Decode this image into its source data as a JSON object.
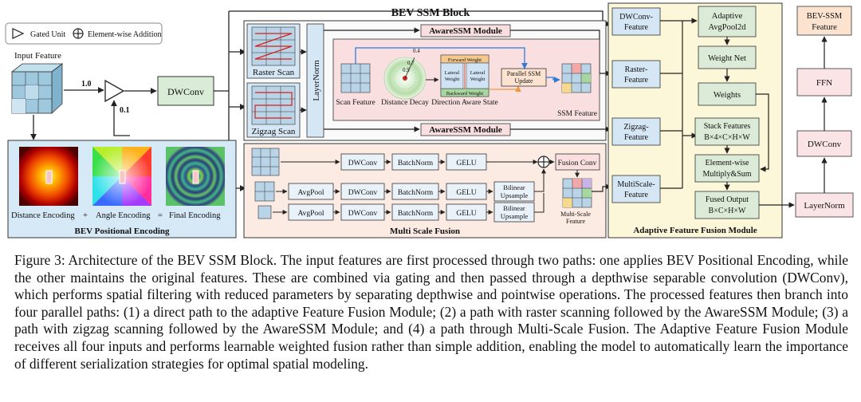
{
  "legend": {
    "gated_unit": "Gated Unit",
    "element_wise_addition": "Element-wise Addition"
  },
  "input_feature": "Input Feature",
  "gate": {
    "w_main": "1.0",
    "w_pe": "0.1"
  },
  "dwconv_main": "DWConv",
  "positional_encoding": {
    "title": "BEV Positional Encoding",
    "distance": "Distance Encoding",
    "plus": "+",
    "angle": "Angle Encoding",
    "equals": "=",
    "final": "Final Encoding"
  },
  "bev_ssm_block": {
    "title": "BEV SSM Block",
    "raster_scan": "Raster Scan",
    "zigzag_scan": "Zigzag Scan",
    "layernorm": "LayerNorm",
    "aware_ssm_top": "AwareSSM Module",
    "aware_ssm_bottom": "AwareSSM Module",
    "aware_inner": {
      "scan_feature": "Scan Feature",
      "distance_decay": "Distance Decay",
      "decay_values": [
        "0.4",
        "0.7",
        "0.9"
      ],
      "forward_weight": "Forward Weight",
      "lateral_weight_left": [
        "Lateral",
        "Weight"
      ],
      "lateral_weight_right": [
        "Lateral",
        "Weight"
      ],
      "backward_weight": "Backward Weight",
      "direction_aware_state": "Direction Aware State",
      "parallel_ssm": [
        "Parallel SSM",
        "Update"
      ],
      "ssm_feature": "SSM Feature"
    }
  },
  "multi_scale_fusion": {
    "title": "Multi Scale Fusion",
    "dwconv": "DWConv",
    "batchnorm": "BatchNorm",
    "gelu": "GELU",
    "avgpool": "AvgPool",
    "bilinear": [
      "Bilinear",
      "Upsample"
    ],
    "fusion_conv": "Fusion Conv",
    "multi_scale_feature": [
      "Multi-Scale",
      "Feature"
    ]
  },
  "adaptive_fusion": {
    "title": "Adaptive Feature Fusion Module",
    "dwconv_feature": [
      "DWConv-",
      "Feature"
    ],
    "raster_feature": [
      "Raster-",
      "Feature"
    ],
    "zigzag_feature": [
      "Zigzag-",
      "Feature"
    ],
    "multiscale_feature": [
      "MultiScale-",
      "Feature"
    ],
    "adaptive_avgpool": [
      "Adaptive",
      "AvgPool2d"
    ],
    "weight_net": "Weight Net",
    "weights": "Weights",
    "stack_features": [
      "Stack Features",
      "B×4×C×H×W"
    ],
    "elementwise": [
      "Element-wise",
      "Multiply&Sum"
    ],
    "fused_output": [
      "Fused Output",
      "B×C×H×W"
    ]
  },
  "output_branch": {
    "bev_ssm_feature": [
      "BEV-SSM",
      "Feature"
    ],
    "ffn": "FFN",
    "dwconv": "DWConv",
    "layernorm": "LayerNorm"
  },
  "colors": {
    "input_grid": "#9dc8de",
    "positional_bg": "#d6e9f7",
    "dwconv_green": "#d8ecd6",
    "scan_blue": "#d5e6f4",
    "aware_pink": "#fadfe1",
    "aware_outline": "#f3e7e4",
    "multiscale_bg": "#fcebe3",
    "adaptive_bg": "#fdf7d9",
    "adaptive_box": "#dcebd7",
    "output_pink": "#fbe4e6",
    "output_peach": "#fbe3cf",
    "arrow_blue": "#2f7bd6",
    "arrow_orange": "#e89b3a"
  },
  "caption": "Figure 3: Architecture of the BEV SSM Block. The input features are first processed through two paths: one applies BEV Positional Encoding, while the other maintains the original features. These are combined via gating and then passed through a depthwise separable convolution (DWConv), which performs spatial filtering with reduced parameters by separating depthwise and pointwise operations. The processed features then branch into four parallel paths: (1) a direct path to the adaptive Feature Fusion Module; (2) a path with raster scanning followed by the AwareSSM Module; (3) a path with zigzag scanning followed by the AwareSSM Module; and (4) a path through Multi-Scale Fusion. The Adaptive Feature Fusion Module receives all four inputs and performs learnable weighted fusion rather than simple addition, enabling the model to automatically learn the importance of different serialization strategies for optimal spatial modeling."
}
